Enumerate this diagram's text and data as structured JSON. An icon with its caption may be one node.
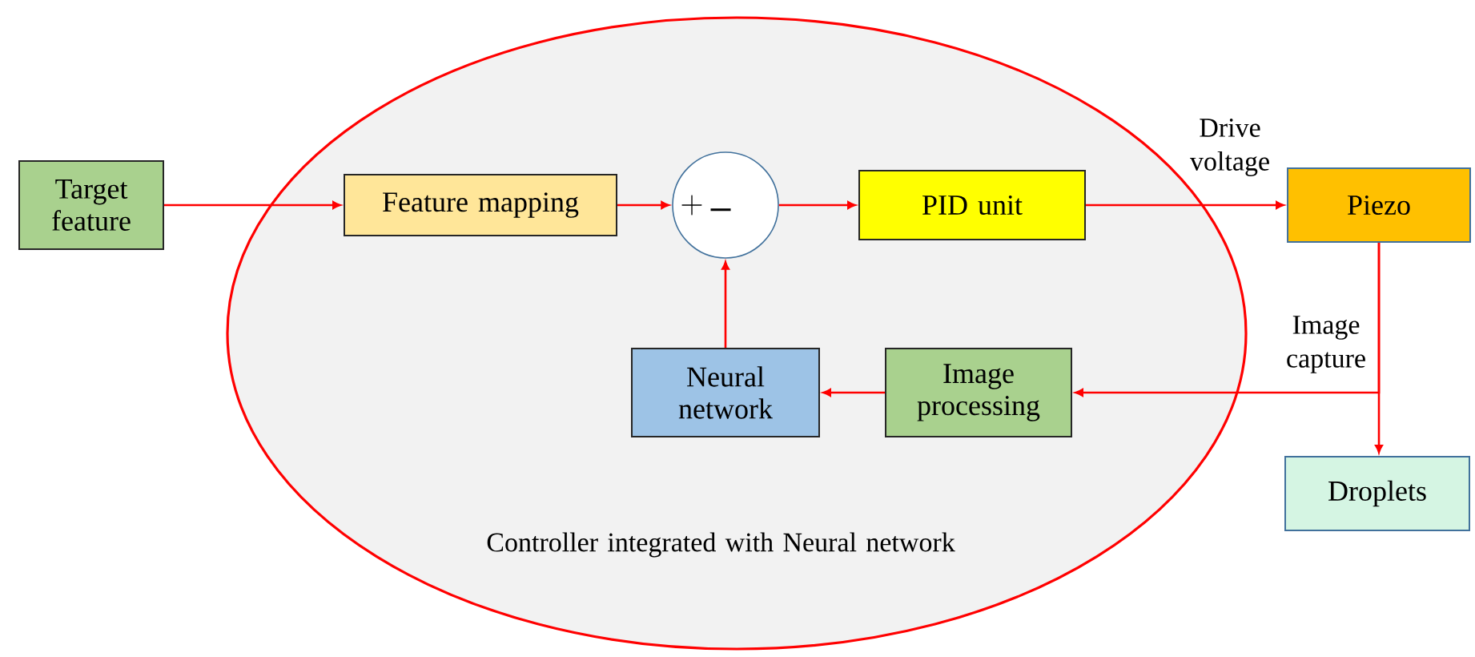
{
  "diagram": {
    "nodes": [
      {
        "text": [
          "Controller integrated with Neural network"
        ]
      },
      {
        "text": [
          "Target feature"
        ]
      },
      {
        "text": [
          "Feature mapping"
        ],
        "in": 0
      },
      {
        "text": [
          "+",
          "_"
        ],
        "in": 0
      },
      {
        "text": [
          "PID unit"
        ],
        "in": 0
      },
      {
        "text": [
          "Piezo"
        ]
      },
      {
        "text": [
          "Neural network"
        ],
        "in": 0
      },
      {
        "text": [
          "Image processing"
        ],
        "in": 0
      },
      {
        "text": [
          "Droplets"
        ]
      }
    ],
    "edges": [
      {
        "from": 1,
        "to": 2,
        "arrow": "to"
      },
      {
        "from": 2,
        "to": 3,
        "arrow": "to"
      },
      {
        "from": 3,
        "to": 4,
        "arrow": "to"
      },
      {
        "from": 4,
        "to": 5,
        "arrow": "to",
        "label": "Drive voltage"
      },
      {
        "from": 6,
        "to": 3,
        "arrow": "to"
      },
      {
        "from": 7,
        "to": 6,
        "arrow": "to"
      },
      {
        "from": 5,
        "to": 7,
        "arrow": "to",
        "label": "Image capture"
      },
      {
        "from": 5,
        "to": 8,
        "arrow": "to"
      }
    ]
  }
}
